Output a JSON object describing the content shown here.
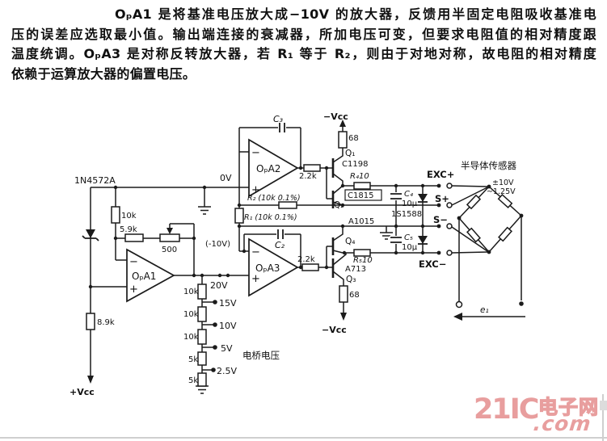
{
  "paragraph": {
    "lines": [
      "OₚA1 是将基准电压放大成−10V 的放大器，反馈用半固定电阻吸收基准电",
      "压的误差应选取最小值。输出端连接的衰减器，所加电压可变，但要求电阻值的相对精度跟",
      "温度统调。OₚA3 是对称反转放大器，若 R₁ 等于 R₂，则由于对地对称，故电阻的相对精度",
      "依赖于运算放大器的偏置电压。"
    ]
  },
  "circuit": {
    "sign_minus": "−",
    "sign_plus": "+",
    "opamps": {
      "a1": "OₚA1",
      "a2": "OₚA2",
      "a3": "OₚA3"
    },
    "ladder": {
      "taps": [
        "20V",
        "15V",
        "10V",
        "5V",
        "2.5V"
      ],
      "resistors": [
        "10k",
        "10k",
        "10k",
        "5k",
        "5k"
      ]
    },
    "labels": {
      "zener": "1N4572A",
      "rail0v": "0V",
      "c3": "C₃",
      "c2": "C₂",
      "c4": "C₄",
      "c4_val": "10µ",
      "c5": "C₅",
      "c5_val": "10µ",
      "r2": "R₂ (10k 0.1%)",
      "r1": "R₁ (10k 0.1%)",
      "r_out_top": "2.2k",
      "r_out_bot": "2.2k",
      "vcc_top": "−Vcc",
      "vcc_bot": "−Vcc",
      "vcc_left": "+Vcc",
      "r68_top": "68",
      "r68_bot": "68",
      "q1": "Q₁",
      "q1_part": "C1198",
      "q2": "Q₂",
      "q2_part": "C1815",
      "q3": "Q₃",
      "q3_part": "A713",
      "q4": "Q₄",
      "q4_part": "A1015",
      "r4": "R₄10",
      "r5": "R₅10",
      "diodes": "1S1588",
      "exc_plus": "EXC+",
      "s_plus": "S+",
      "s_minus": "S−",
      "exc_minus": "EXC−",
      "sensor_title": "半导体传感器",
      "sensor_v1": "±10V",
      "sensor_v2": "~1.25V",
      "e1": "e₁",
      "out_neg10v": "(-10V)",
      "bridge_v": "电桥电压",
      "r_in_10k": "10k",
      "r_5k9": "5.9k",
      "pot_500": "500",
      "r_8k9": "8.9k"
    }
  },
  "watermark": {
    "brand": "21IC",
    "dot_com": ".com",
    "site": "电子网",
    "color": "#e89e9e"
  }
}
